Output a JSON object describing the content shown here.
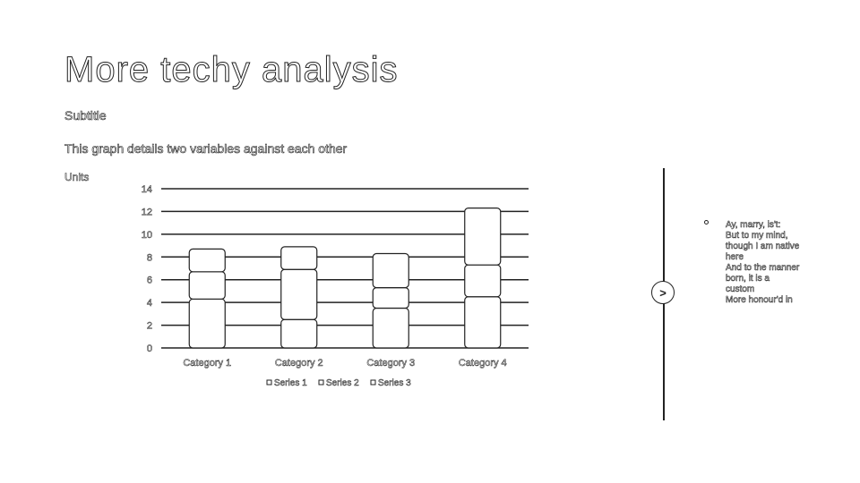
{
  "slide": {
    "title": "More techy analysis",
    "subtitle": "Subtitle",
    "description": "This graph details two variables against each other",
    "units": "Units"
  },
  "sidebar": {
    "arrow_label": ">",
    "lines": [
      "Ay, marry, is't:",
      "But to my mind,",
      "though I am native",
      "here",
      "And to the manner",
      "born, it is a",
      "custom",
      "More honour'd in"
    ]
  },
  "chart_data": {
    "type": "bar",
    "stacked": true,
    "categories": [
      "Category 1",
      "Category 2",
      "Category 3",
      "Category 4"
    ],
    "series": [
      {
        "name": "Series 1",
        "values": [
          4.3,
          2.5,
          3.5,
          4.5
        ]
      },
      {
        "name": "Series 2",
        "values": [
          2.4,
          4.4,
          1.8,
          2.8
        ]
      },
      {
        "name": "Series 3",
        "values": [
          2.0,
          2.0,
          3.0,
          5.0
        ]
      }
    ],
    "yticks": [
      "0",
      "2",
      "4",
      "6",
      "8",
      "10",
      "12",
      "14"
    ],
    "ylim": [
      0,
      14
    ],
    "grid": true,
    "legend_position": "bottom"
  }
}
